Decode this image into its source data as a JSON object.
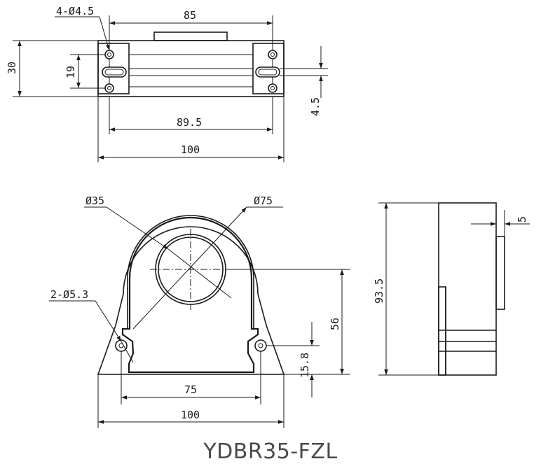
{
  "title": "YDBR35-FZL",
  "top_view": {
    "holes": "4-Ø4.5",
    "width_holes": "85",
    "height": "30",
    "slot_spacing": "19",
    "slot_offset": "4.5",
    "width_inner": "89.5",
    "width_total": "100"
  },
  "front_view": {
    "inner_diameter": "Ø35",
    "outer_diameter": "Ø75",
    "mount_holes": "2-Ø5.3",
    "center_height": "56",
    "hole_height": "15.8",
    "hole_spacing": "75",
    "width_total": "100"
  },
  "side_view": {
    "height_total": "93.5",
    "step": "5"
  }
}
